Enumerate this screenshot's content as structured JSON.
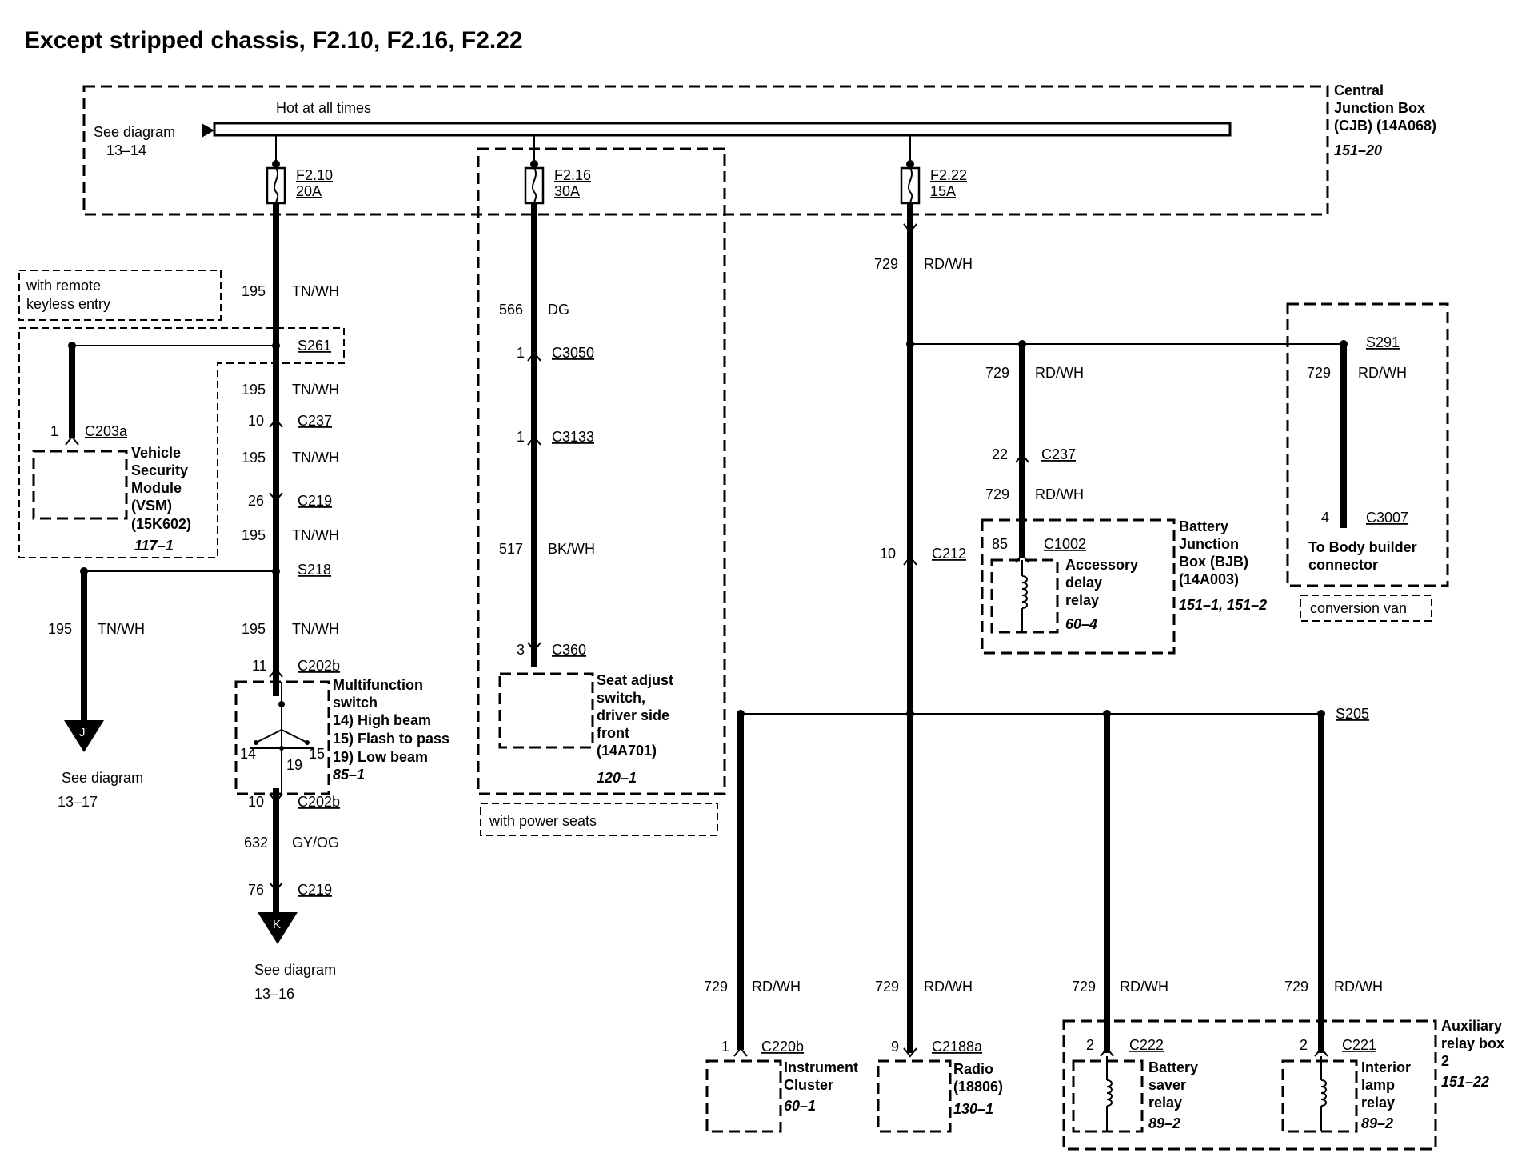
{
  "title": "Except stripped chassis, F2.10, F2.16, F2.22",
  "cjb": {
    "hot_label": "Hot at all times",
    "see_diagram": "See diagram",
    "see_diagram_ref": "13–14",
    "name_line1": "Central",
    "name_line2": "Junction Box",
    "name_line3": "(CJB) (14A068)",
    "page_ref": "151–20"
  },
  "fuses": [
    {
      "id": "F2.10",
      "rating": "20A"
    },
    {
      "id": "F2.16",
      "rating": "30A"
    },
    {
      "id": "F2.22",
      "rating": "15A"
    }
  ],
  "options": {
    "remote_keyless_line1": "with remote",
    "remote_keyless_line2": "keyless entry",
    "power_seats": "with power seats",
    "conversion_van": "conversion van"
  },
  "left_circuit": {
    "w1_num": "195",
    "w1_color": "TN/WH",
    "splice_s261": "S261",
    "w2_num": "195",
    "w2_color": "TN/WH",
    "c237_pin": "10",
    "c237": "C237",
    "w3_num": "195",
    "w3_color": "TN/WH",
    "c219_pin": "26",
    "c219": "C219",
    "w4_num": "195",
    "w4_color": "TN/WH",
    "splice_s218": "S218",
    "w5_num": "195",
    "w5_color": "TN/WH",
    "branch_num": "195",
    "branch_color": "TN/WH",
    "c202b_pin_in": "11",
    "c202b_in": "C202b",
    "c202b_pin_out": "10",
    "c202b_out": "C202b",
    "w6_num": "632",
    "w6_color": "GY/OG",
    "c219b_pin": "76",
    "c219b": "C219",
    "arrow_j": "J",
    "arrow_k": "K",
    "see_j": "See diagram",
    "see_j_ref": "13–17",
    "see_k": "See diagram",
    "see_k_ref": "13–16"
  },
  "vsm": {
    "pin": "1",
    "connector": "C203a",
    "line1": "Vehicle",
    "line2": "Security",
    "line3": "Module",
    "line4": "(VSM)",
    "line5": "(15K602)",
    "page_ref": "117–1"
  },
  "mfs": {
    "line1": "Multifunction",
    "line2": "switch",
    "line3": "14) High beam",
    "line4": "15) Flash to pass",
    "line5": "19) Low beam",
    "page_ref": "85–1",
    "p14": "14",
    "p19": "19",
    "p15": "15"
  },
  "seat_circuit": {
    "w1_num": "566",
    "w1_color": "DG",
    "c3050_pin": "1",
    "c3050": "C3050",
    "c3133_pin": "1",
    "c3133": "C3133",
    "w2_num": "517",
    "w2_color": "BK/WH",
    "c360_pin": "3",
    "c360": "C360",
    "line1": "Seat adjust",
    "line2": "switch,",
    "line3": "driver side",
    "line4": "front",
    "line5": "(14A701)",
    "page_ref": "120–1"
  },
  "right_circuit": {
    "w1_num": "729",
    "w1_color": "RD/WH",
    "c212_pin": "10",
    "c212": "C212",
    "bjb_w1_num": "729",
    "bjb_w1_color": "RD/WH",
    "bjb_c237_pin": "22",
    "bjb_c237": "C237",
    "bjb_w2_num": "729",
    "bjb_w2_color": "RD/WH",
    "c1002_pin": "85",
    "c1002": "C1002",
    "relay_line1": "Accessory",
    "relay_line2": "delay",
    "relay_line3": "relay",
    "relay_ref": "60–4",
    "bjb_line1": "Battery",
    "bjb_line2": "Junction",
    "bjb_line3": "Box (BJB)",
    "bjb_line4": "(14A003)",
    "bjb_ref": "151–1, 151–2",
    "s291": "S291",
    "van_num": "729",
    "van_color": "RD/WH",
    "c3007_pin": "4",
    "c3007": "C3007",
    "van_line1": "To Body builder",
    "van_line2": "connector",
    "s205": "S205"
  },
  "bottom": {
    "ic_num": "729",
    "ic_color": "RD/WH",
    "ic_pin": "1",
    "ic_conn": "C220b",
    "ic_line1": "Instrument",
    "ic_line2": "Cluster",
    "ic_ref": "60–1",
    "radio_num": "729",
    "radio_color": "RD/WH",
    "radio_pin": "9",
    "radio_conn": "C2188a",
    "radio_line1": "Radio",
    "radio_line2": "(18806)",
    "radio_ref": "130–1",
    "bs_num": "729",
    "bs_color": "RD/WH",
    "bs_pin": "2",
    "bs_conn": "C222",
    "bs_line1": "Battery",
    "bs_line2": "saver",
    "bs_line3": "relay",
    "bs_ref": "89–2",
    "il_num": "729",
    "il_color": "RD/WH",
    "il_pin": "2",
    "il_conn": "C221",
    "il_line1": "Interior",
    "il_line2": "lamp",
    "il_line3": "relay",
    "il_ref": "89–2",
    "arb_line1": "Auxiliary",
    "arb_line2": "relay box",
    "arb_line3": "2",
    "arb_ref": "151–22"
  }
}
